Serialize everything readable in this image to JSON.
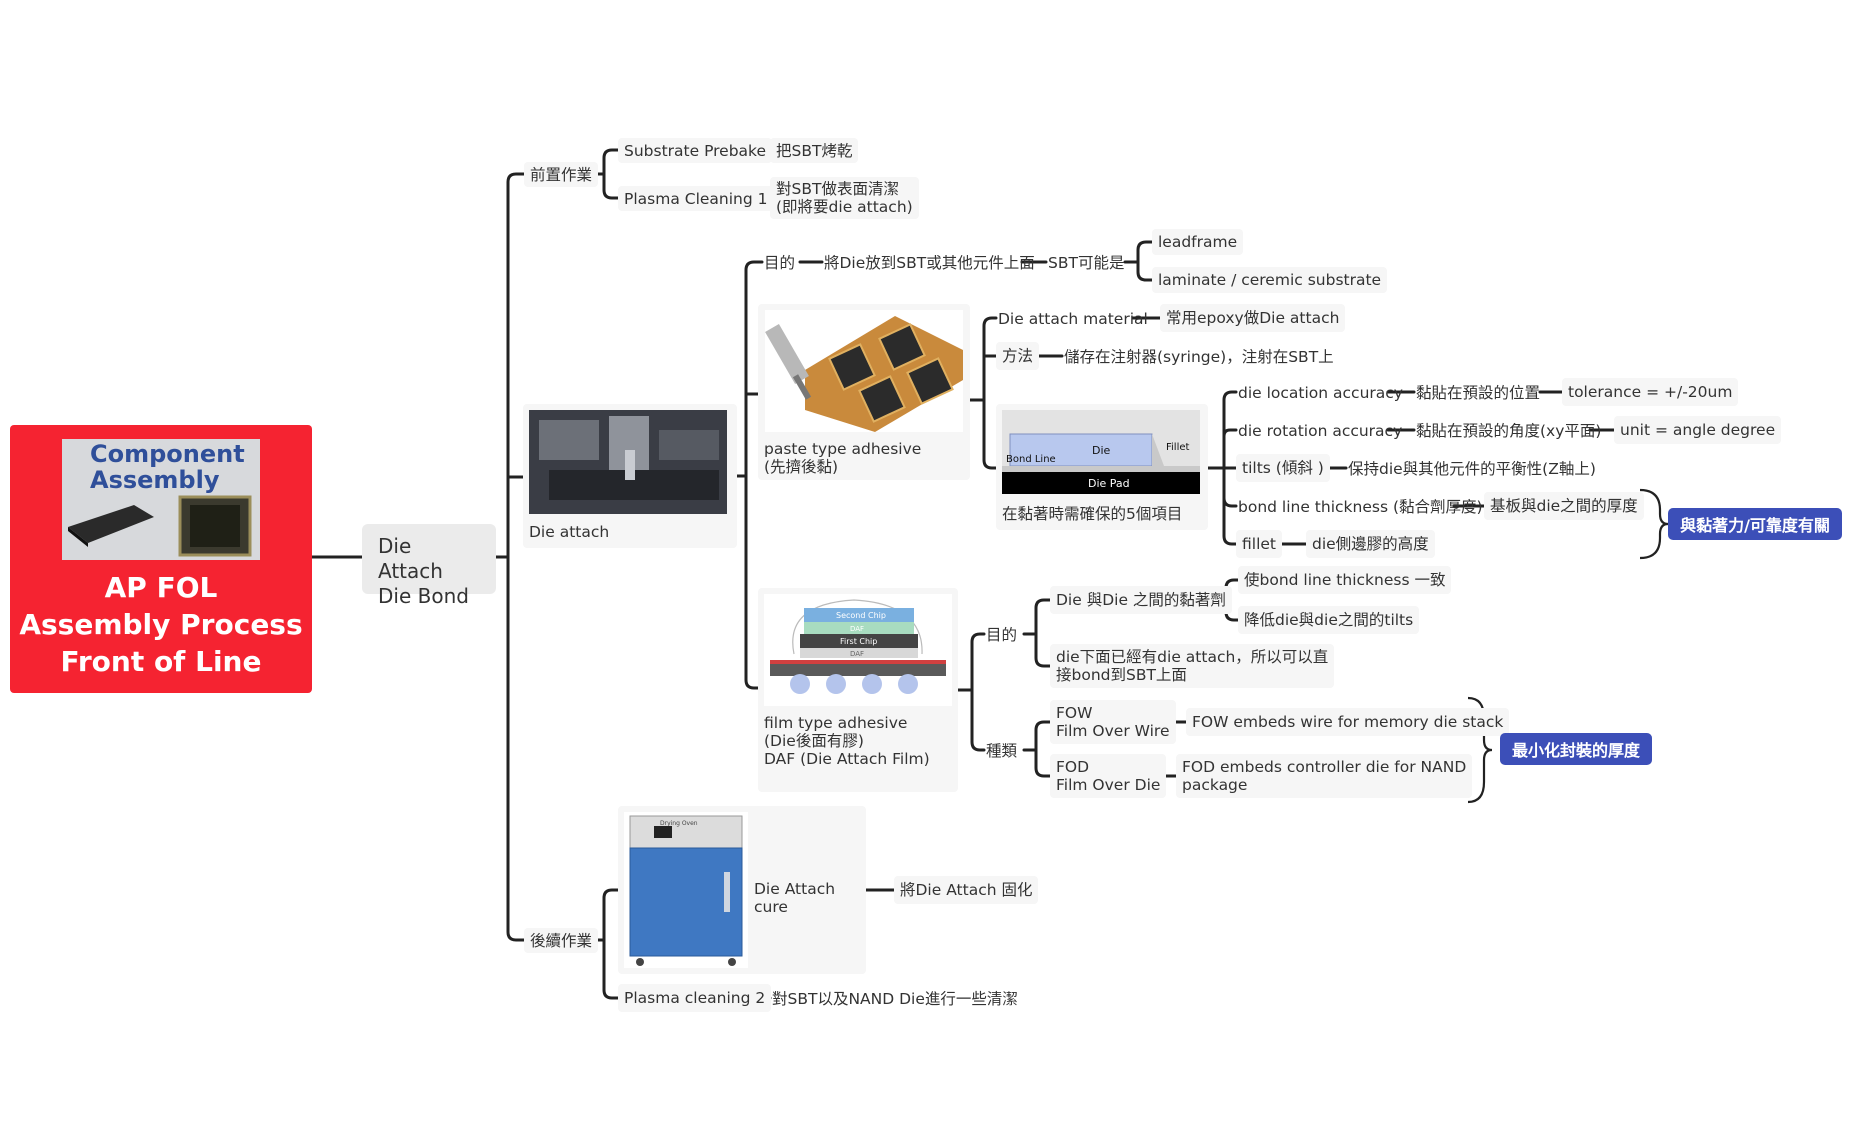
{
  "root": {
    "logo_text": "Component\nAssembly",
    "title": "AP FOL\nAssembly Process\nFront of Line"
  },
  "die_attach_main": "Die Attach\nDie Bond",
  "pre": {
    "label": "前置作業",
    "prebake": "Substrate Prebake",
    "prebake_desc": "把SBT烤乾",
    "plasma1": "Plasma Cleaning 1",
    "plasma1_desc": "對SBT做表面清潔\n(即將要die attach)"
  },
  "die_attach": {
    "caption": "Die attach",
    "purpose": "目的",
    "purpose_desc": "將Die放到SBT或其他元件上面",
    "sbt_may_be": "SBT可能是",
    "leadframe": "leadframe",
    "laminate": "laminate / ceremic substrate",
    "paste": {
      "caption": "paste type adhesive\n(先擠後黏)",
      "material": "Die attach material",
      "material_desc": "常用epoxy做Die attach",
      "method": "方法",
      "method_desc": "儲存在注射器(syringe)，注射在SBT上",
      "five_items": "在黏著時需確保的5個項目",
      "diagram": {
        "die": "Die",
        "fillet": "Fillet",
        "bond_line": "Bond Line",
        "die_pad": "Die Pad"
      },
      "items": [
        {
          "name": "die location accuracy",
          "desc": "黏貼在預設的位置",
          "extra": "tolerance = +/-20um"
        },
        {
          "name": "die rotation accuracy",
          "desc": "黏貼在預設的角度(xy平面)",
          "extra": "unit = angle degree"
        },
        {
          "name": "tilts (傾斜 )",
          "desc": "保持die與其他元件的平衡性(Z軸上)"
        },
        {
          "name": "bond line thickness (黏合劑厚度)",
          "desc": "基板與die之間的厚度"
        },
        {
          "name": "fillet",
          "desc": "die側邊膠的高度"
        }
      ],
      "badge": "與黏著力/可靠度有關"
    },
    "film": {
      "caption": "film type adhesive\n(Die後面有膠)\nDAF (Die Attach Film)",
      "diagram": {
        "second_chip": "Second Chip",
        "daf1": "DAF",
        "first_chip": "First Chip",
        "daf2": "DAF"
      },
      "purpose": "目的",
      "die_to_die": "Die 與Die 之間的黏著劑",
      "consistent": "使bond line thickness 一致",
      "reduce_tilts": "降低die與die之間的tilts",
      "direct_bond": "die下面已經有die attach，所以可以直\n接bond到SBT上面",
      "types": "種類",
      "fow": "FOW\nFilm Over Wire",
      "fow_desc": "FOW embeds wire for memory die stack",
      "fod": "FOD\nFilm Over Die",
      "fod_desc": "FOD embeds controller die for NAND\npackage",
      "badge": "最小化封裝的厚度"
    }
  },
  "post": {
    "label": "後續作業",
    "oven_label": "Drying Oven",
    "cure": "Die Attach cure",
    "cure_desc": "將Die Attach 固化",
    "plasma2": "Plasma cleaning 2",
    "plasma2_desc": "對SBT以及NAND Die進行一些清潔"
  },
  "colors": {
    "root_bg": "#f52331",
    "badge": "#3c4fb8",
    "line": "#222222"
  }
}
